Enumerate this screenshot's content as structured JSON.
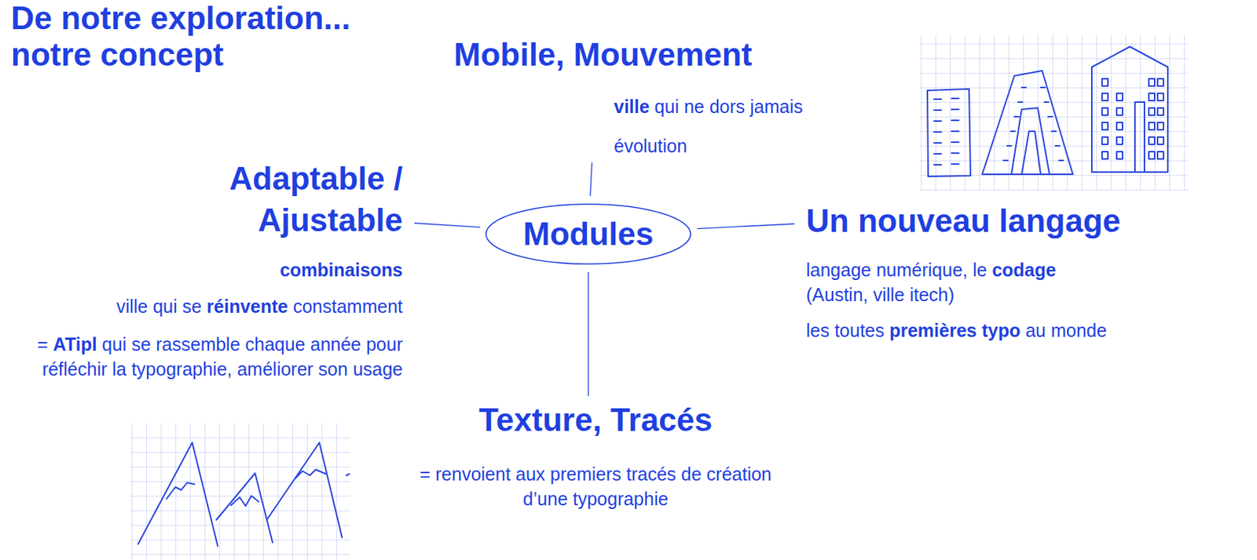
{
  "diagram": {
    "title": "De notre exploration... notre concept",
    "nodes": [
      {
        "text": [
          "Mobile, Mouvement",
          "ville qui ne dors jamais",
          "évolution"
        ]
      },
      {
        "text": [
          "Adaptable / Ajustable",
          "combinaisons",
          "ville qui se réinvente constamment",
          "= ATipl qui se rassemble chaque année pour réfléchir la typographie, améliorer son usage"
        ]
      },
      {
        "text": [
          "Modules"
        ]
      },
      {
        "text": [
          "Un nouveau langage",
          "langage numérique, le codage (Austin, ville itech)",
          "les toutes premières typo au monde"
        ]
      },
      {
        "text": [
          "Texture, Tracés",
          "= renvoient aux premiers tracés de création d’une typographie"
        ]
      }
    ],
    "edges": [
      {
        "from": 2,
        "to": 0,
        "arrow": "none"
      },
      {
        "from": 2,
        "to": 1,
        "arrow": "none"
      },
      {
        "from": 2,
        "to": 3,
        "arrow": "none"
      },
      {
        "from": 2,
        "to": 4,
        "arrow": "none"
      }
    ]
  }
}
